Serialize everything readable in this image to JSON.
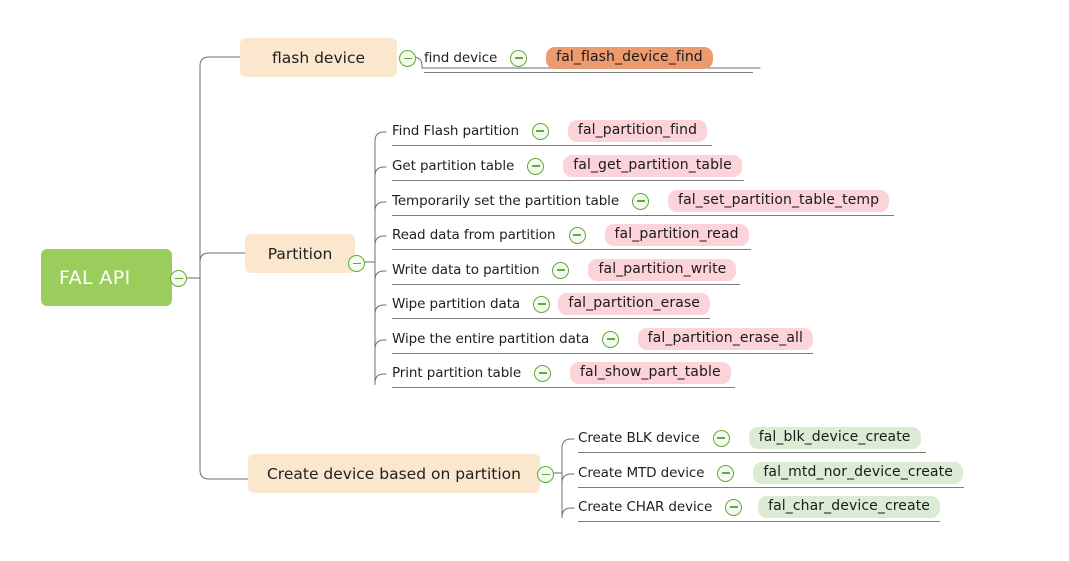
{
  "diagram": {
    "title": "FAL API mind map",
    "root": {
      "label": "FAL API",
      "color": "#9ACD5B"
    },
    "collapse_icon": "minus-circle-icon",
    "branches": [
      {
        "label": "flash device",
        "color": "#FBE6CE",
        "children": [
          {
            "label": "find device",
            "tag": "fal_flash_device_find",
            "tag_color": "#EC9A6F"
          }
        ]
      },
      {
        "label": "Partition",
        "color": "#FBE6CE",
        "children": [
          {
            "label": "Find Flash partition",
            "tag": "fal_partition_find",
            "tag_color": "#FBD3D8"
          },
          {
            "label": "Get partition table",
            "tag": "fal_get_partition_table",
            "tag_color": "#FBD3D8"
          },
          {
            "label": "Temporarily set the partition table",
            "tag": "fal_set_partition_table_temp",
            "tag_color": "#FBD3D8"
          },
          {
            "label": "Read data from partition",
            "tag": "fal_partition_read",
            "tag_color": "#FBD3D8"
          },
          {
            "label": "Write data to partition",
            "tag": "fal_partition_write",
            "tag_color": "#FBD3D8"
          },
          {
            "label": "Wipe partition data",
            "tag": "fal_partition_erase",
            "tag_color": "#FBD3D8"
          },
          {
            "label": "Wipe the entire partition data",
            "tag": "fal_partition_erase_all",
            "tag_color": "#FBD3D8"
          },
          {
            "label": "Print partition table",
            "tag": "fal_show_part_table",
            "tag_color": "#FBD3D8"
          }
        ]
      },
      {
        "label": "Create device based on partition",
        "color": "#FBE6CE",
        "children": [
          {
            "label": "Create BLK device",
            "tag": "fal_blk_device_create",
            "tag_color": "#DCEBD3"
          },
          {
            "label": "Create MTD device",
            "tag": "fal_mtd_nor_device_create",
            "tag_color": "#DCEBD3"
          },
          {
            "label": "Create CHAR device",
            "tag": "fal_char_device_create",
            "tag_color": "#DCEBD3"
          }
        ]
      }
    ]
  }
}
